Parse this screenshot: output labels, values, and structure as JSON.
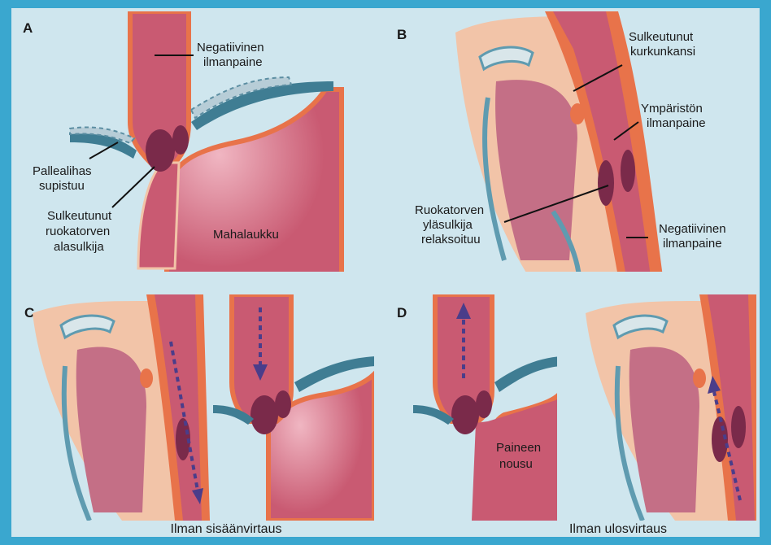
{
  "panels": {
    "a": {
      "letter": "A",
      "label_negative_pressure": [
        "Negatiivinen",
        "ilmanpaine"
      ],
      "label_diaphragm": [
        "Pallealihas",
        "supistuu"
      ],
      "label_closed_les": [
        "Sulkeutunut",
        "ruokatorven",
        "alasulkija"
      ],
      "label_stomach": "Mahalaukku"
    },
    "b": {
      "letter": "B",
      "label_closed_epiglottis": [
        "Sulkeutunut",
        "kurkunkansi"
      ],
      "label_ambient_pressure": [
        "Ympäristön",
        "ilmanpaine"
      ],
      "label_ues_relaxed": [
        "Ruokatorven",
        "yläsulkija",
        "relaksoituu"
      ],
      "label_negative_pressure": [
        "Negatiivinen",
        "ilmanpaine"
      ]
    },
    "c": {
      "letter": "C",
      "caption": "Ilman sisäänvirtaus"
    },
    "d": {
      "letter": "D",
      "label_pressure_rise": [
        "Paineen",
        "nousu"
      ],
      "caption": "Ilman ulosvirtaus"
    }
  },
  "colors": {
    "background": "#3aa7cf",
    "panel": "#cfe6ee",
    "muscle": "#c95a72",
    "lining": "#e8734a",
    "diaphragm": "#3f7d93",
    "arrow": "#4a3d8a"
  }
}
